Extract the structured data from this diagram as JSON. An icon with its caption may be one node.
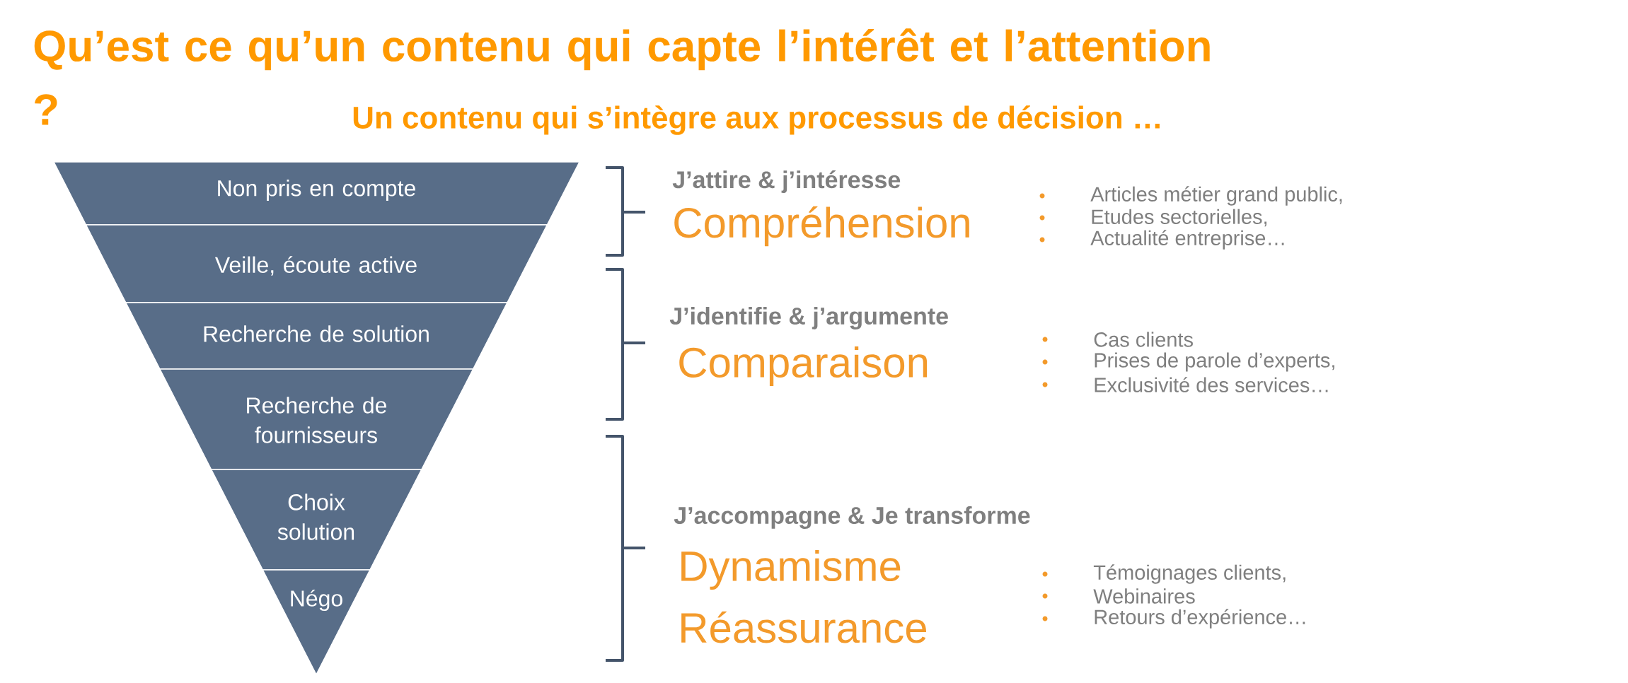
{
  "diagram": {
    "title": "Qu’est ce qu’un contenu qui capte l’intérêt et l’attention ?",
    "nodes": [
      {
        "text": [
          "Non pris en compte"
        ]
      },
      {
        "text": [
          "Veille, écoute active"
        ]
      },
      {
        "text": [
          "Recherche de solution"
        ]
      },
      {
        "text": [
          "Recherche de fournisseurs"
        ]
      },
      {
        "text": [
          "Choix solution"
        ]
      },
      {
        "text": [
          "Négo"
        ]
      }
    ],
    "labels": [
      "Un contenu qui s’intègre aux processus de décision …",
      "J’attire & j’intéresse",
      "Compréhension",
      "Articles métier grand public,",
      "Etudes sectorielles,",
      "Actualité entreprise…",
      "J’identifie & j’argumente",
      "Comparaison",
      "Cas clients",
      "Prises de parole d’experts,",
      "Exclusivité des services…",
      "J’accompagne & Je transforme",
      "Dynamisme",
      "Réassurance",
      "Témoignages clients,",
      "Webinaires",
      "Retours d’expérience…"
    ]
  }
}
